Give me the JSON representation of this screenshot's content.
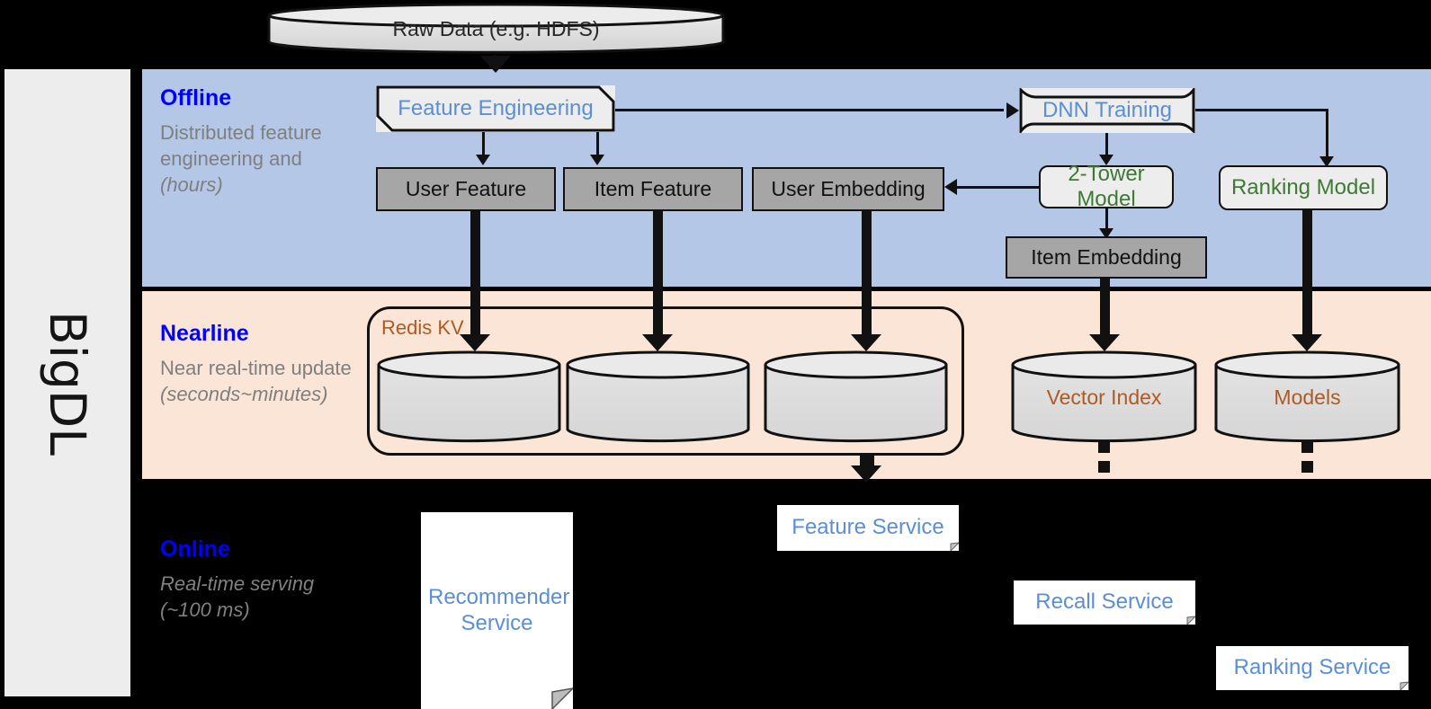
{
  "diagram": {
    "framework_label": "BigDL",
    "source": {
      "label": "Raw Data (e.g. HDFS)"
    },
    "bands": [
      {
        "id": "offline",
        "title": "Offline",
        "subtitle": "Distributed feature engineering and ",
        "subtitle_italic": "(hours)",
        "color": "#b4c7e7"
      },
      {
        "id": "nearline",
        "title": "Nearline",
        "subtitle": "Near real-time update ",
        "subtitle_italic": "(seconds~minutes)",
        "color": "#fbe5d6"
      },
      {
        "id": "online",
        "title": "Online",
        "subtitle": "Real-time serving ",
        "subtitle_italic": "(~100 ms)",
        "color": "#000000"
      }
    ],
    "offline_nodes": {
      "feature_engineering": "Feature Engineering",
      "dnn_training": "DNN Training",
      "user_feature": "User Feature",
      "item_feature": "Item Feature",
      "user_embedding": "User Embedding",
      "two_tower_model": "2-Tower Model",
      "ranking_model": "Ranking Model",
      "item_embedding": "Item Embedding"
    },
    "nearline_nodes": {
      "redis_kv": "Redis KV",
      "kv_store_1": "",
      "kv_store_2": "",
      "kv_store_3": "",
      "vector_index": "Vector Index",
      "models": "Models"
    },
    "online_nodes": {
      "recommender_service": "Recommender Service",
      "feature_service": "Feature Service",
      "recall_service": "Recall Service",
      "ranking_service": "Ranking Service"
    },
    "colors": {
      "offline_band": "#b4c7e7",
      "nearline_band": "#fbe5d6",
      "online_band": "#000000",
      "band_title": "#0000ff",
      "band_subtitle": "#7f7f7f",
      "service_text": "#5b8fd4",
      "model_text": "#3e7a33",
      "store_text": "#b05a23",
      "data_box_fill": "#a6a6a6",
      "sidebar_fill": "#ededed"
    }
  }
}
